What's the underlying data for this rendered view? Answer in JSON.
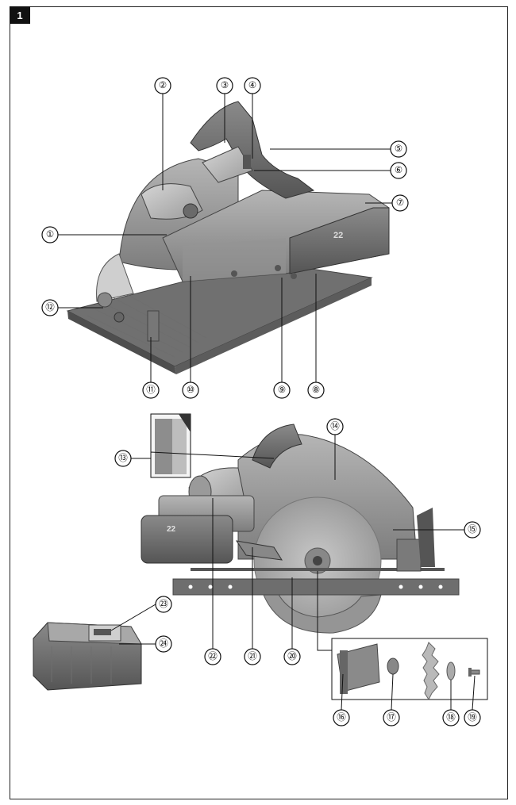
{
  "figure_number": "1",
  "callouts": [
    {
      "id": "c1",
      "label": "①"
    },
    {
      "id": "c2",
      "label": "②"
    },
    {
      "id": "c3",
      "label": "③"
    },
    {
      "id": "c4",
      "label": "④"
    },
    {
      "id": "c5",
      "label": "⑤"
    },
    {
      "id": "c6",
      "label": "⑥"
    },
    {
      "id": "c7",
      "label": "⑦"
    },
    {
      "id": "c8",
      "label": "⑧"
    },
    {
      "id": "c9",
      "label": "⑨"
    },
    {
      "id": "c10",
      "label": "⑩"
    },
    {
      "id": "c11",
      "label": "⑪"
    },
    {
      "id": "c12",
      "label": "⑫"
    },
    {
      "id": "c13",
      "label": "⑬"
    },
    {
      "id": "c14",
      "label": "⑭"
    },
    {
      "id": "c15",
      "label": "⑮"
    },
    {
      "id": "c16",
      "label": "⑯"
    },
    {
      "id": "c17",
      "label": "⑰"
    },
    {
      "id": "c18",
      "label": "⑱"
    },
    {
      "id": "c19",
      "label": "⑲"
    },
    {
      "id": "c20",
      "label": "⑳"
    },
    {
      "id": "c21",
      "label": "㉑"
    },
    {
      "id": "c22",
      "label": "㉒"
    },
    {
      "id": "c23",
      "label": "㉓"
    },
    {
      "id": "c24",
      "label": "㉔"
    }
  ],
  "battery_marking": "22"
}
